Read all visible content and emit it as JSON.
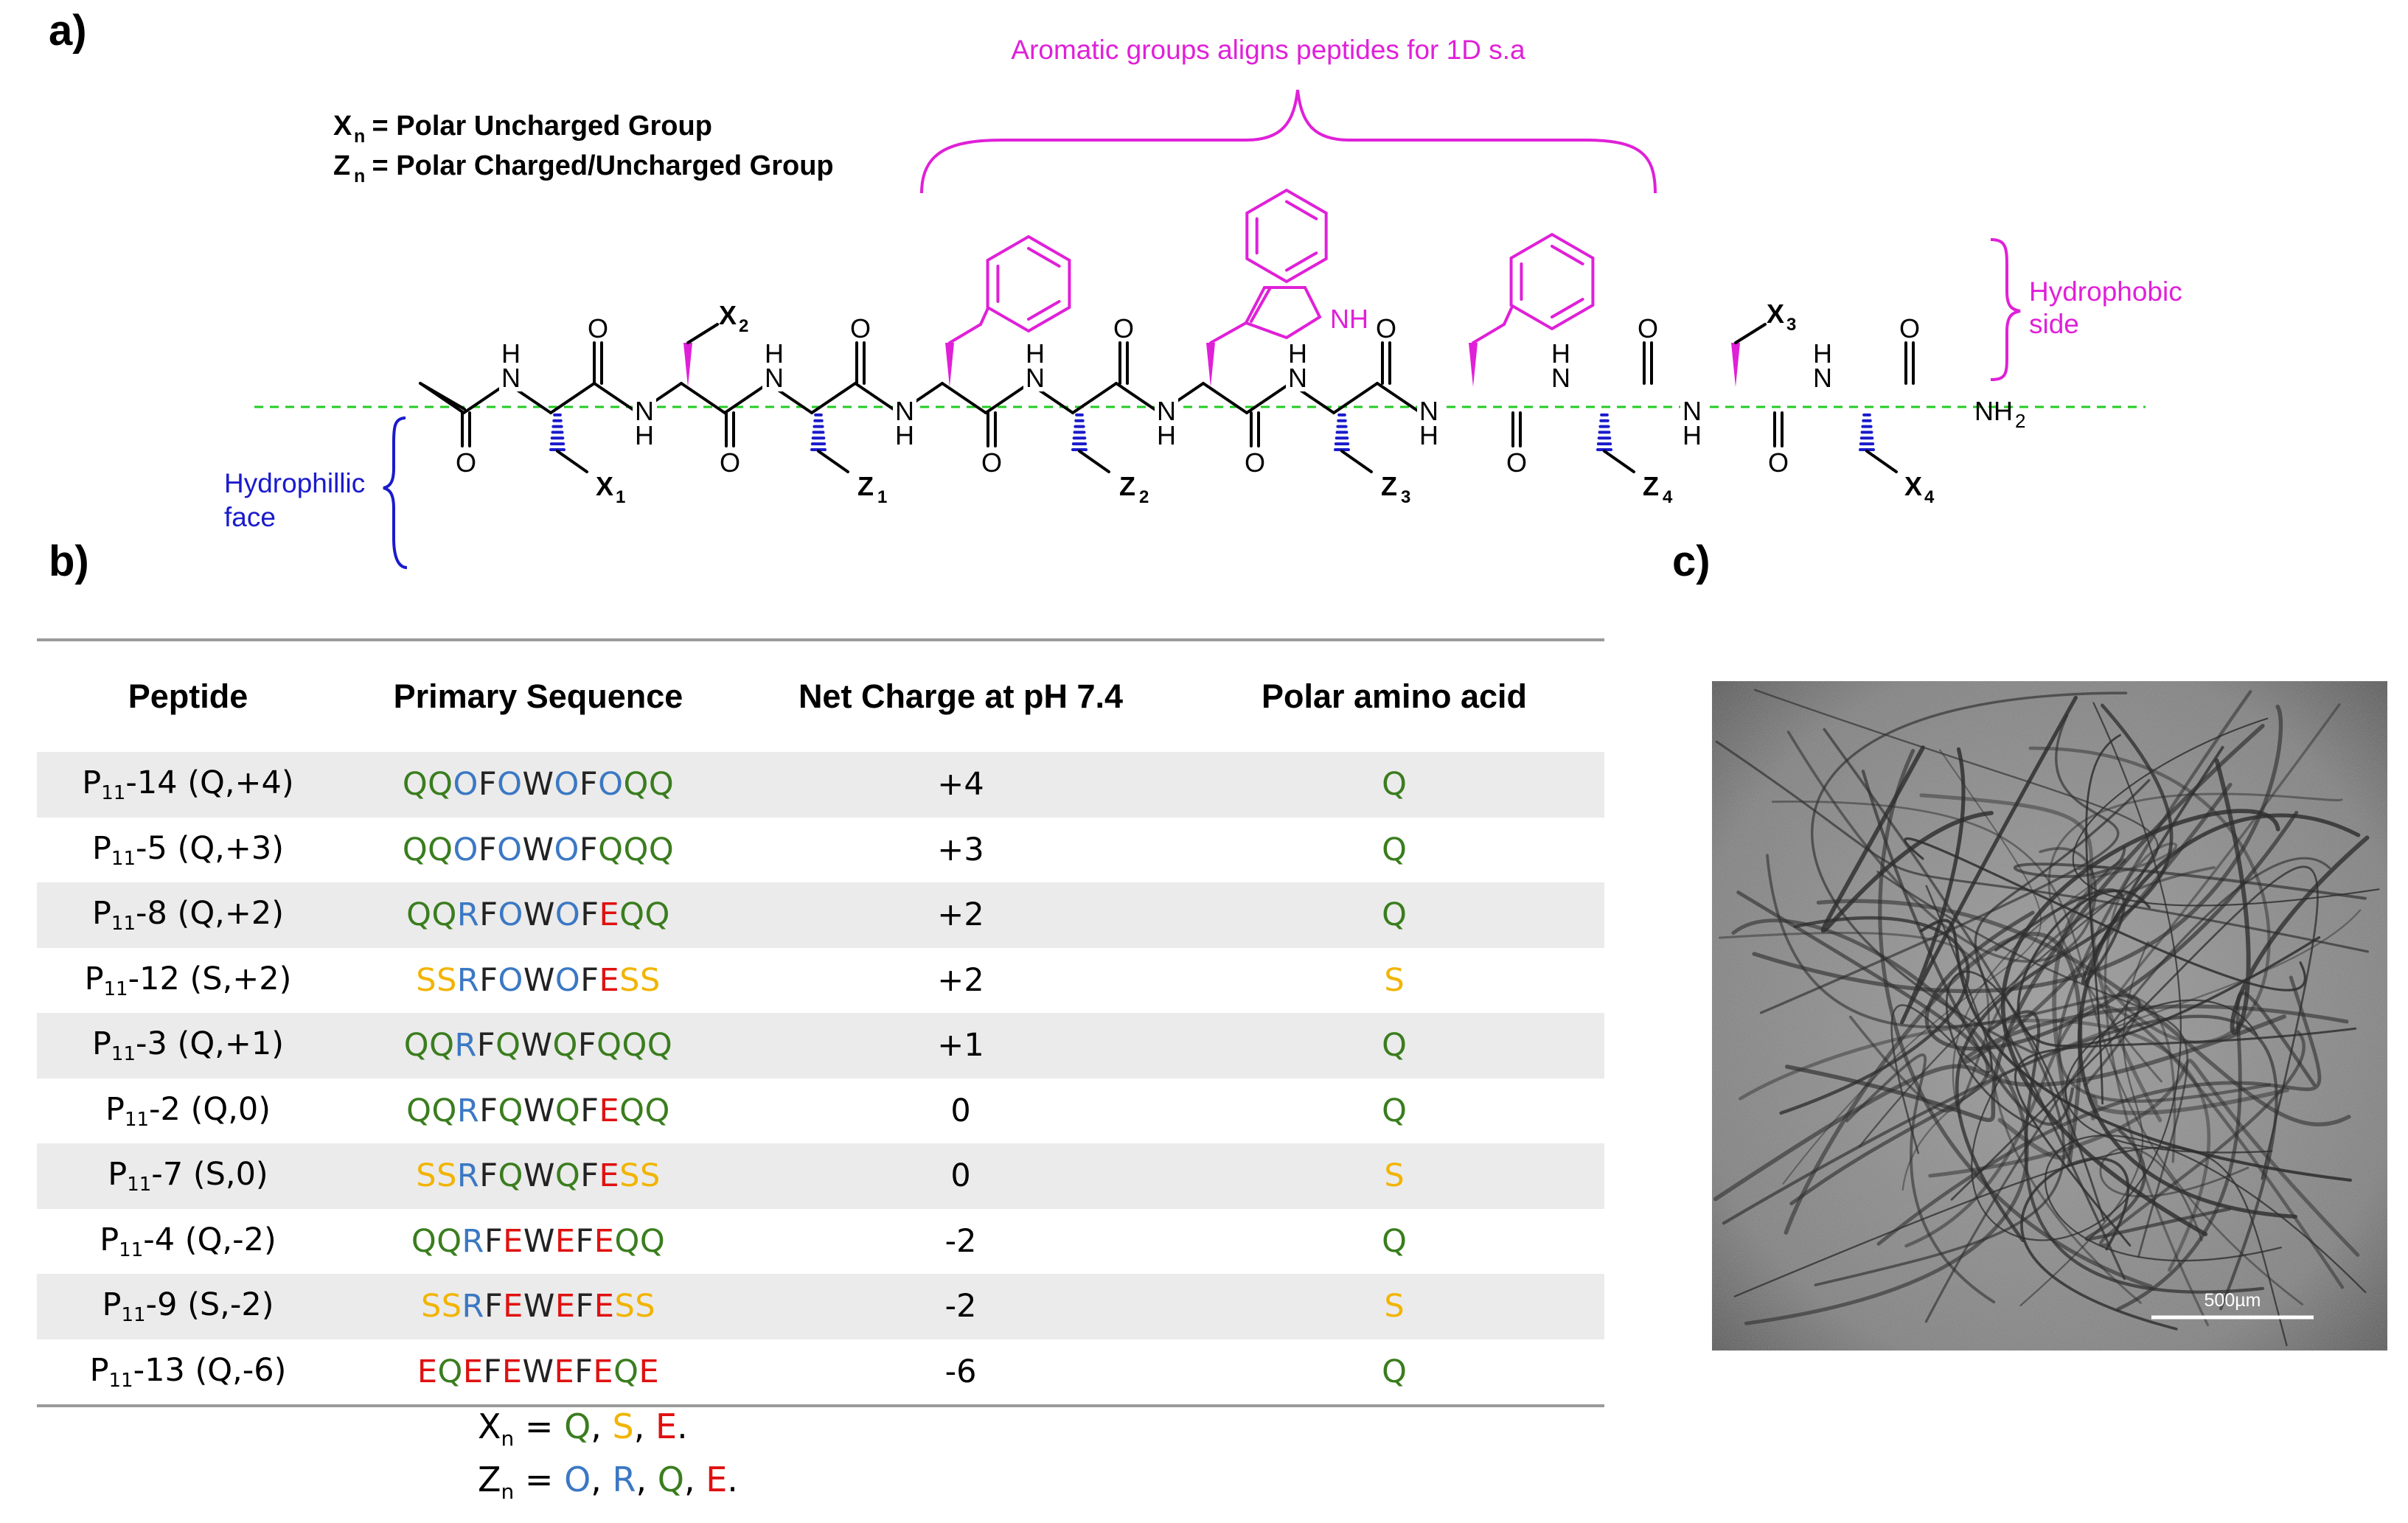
{
  "panels": {
    "a": "a)",
    "b": "b)",
    "c": "c)"
  },
  "colors": {
    "magenta": "#e020d8",
    "blue": "#1a1acc",
    "green_dashed": "#22cc22",
    "Q_green": "#3a7d1e",
    "O_blue": "#3b78c4",
    "S_yellow": "#f2b400",
    "E_red": "#e01010",
    "neutral": "#222222"
  },
  "panel_a": {
    "aromatic_label": "Aromatic groups aligns peptides for 1D s.a",
    "hydrophobic_label_1": "Hydrophobic",
    "hydrophobic_label_2": "side",
    "hydrophilic_label_1": "Hydrophillic",
    "hydrophilic_label_2": "face",
    "def_x": {
      "sym": "X",
      "sub": "n",
      "text": " = Polar Uncharged Group"
    },
    "def_z": {
      "sym": "Z",
      "sub": "n",
      "text": " = Polar Charged/Uncharged Group"
    },
    "atoms": {
      "O": "O",
      "N": "N",
      "H": "H",
      "NH": "NH",
      "NH2": "NH",
      "NH2_sub": "2",
      "X": "X",
      "Z": "Z",
      "x1": "1",
      "x2": "2",
      "x3": "3",
      "x4": "4",
      "z1": "1",
      "z2": "2",
      "z3": "3",
      "z4": "4"
    }
  },
  "table": {
    "headers": [
      "Peptide",
      "Primary Sequence",
      "Net Charge at pH 7.4",
      "Polar amino acid"
    ],
    "rows": [
      {
        "prefix": "P",
        "sub": "11",
        "suffix": "-14 (Q,+4)",
        "seq": "QQOFOWOFOQQ",
        "charge": "+4",
        "polar": "Q"
      },
      {
        "prefix": "P",
        "sub": "11",
        "suffix": "-5 (Q,+3)",
        "seq": "QQOFOWOFQQQ",
        "charge": "+3",
        "polar": "Q"
      },
      {
        "prefix": "P",
        "sub": "11",
        "suffix": "-8 (Q,+2)",
        "seq": "QQRFOWOFEQQ",
        "charge": "+2",
        "polar": "Q"
      },
      {
        "prefix": "P",
        "sub": "11",
        "suffix": "-12 (S,+2)",
        "seq": "SSRFOWOFESS",
        "charge": "+2",
        "polar": "S"
      },
      {
        "prefix": "P",
        "sub": "11",
        "suffix": "-3 (Q,+1)",
        "seq": "QQRFQWQFQQQ",
        "charge": "+1",
        "polar": "Q"
      },
      {
        "prefix": "P",
        "sub": "11",
        "suffix": "-2 (Q,0)",
        "seq": "QQRFQWQFEQQ",
        "charge": "0",
        "polar": "Q"
      },
      {
        "prefix": "P",
        "sub": "11",
        "suffix": "-7 (S,0)",
        "seq": "SSRFQWQFESS",
        "charge": "0",
        "polar": "S"
      },
      {
        "prefix": "P",
        "sub": "11",
        "suffix": "-4 (Q,-2)",
        "seq": "QQRFEWEFEQQ",
        "charge": "-2",
        "polar": "Q"
      },
      {
        "prefix": "P",
        "sub": "11",
        "suffix": "-9 (S,-2)",
        "seq": "SSRFEWEFESS",
        "charge": "-2",
        "polar": "S"
      },
      {
        "prefix": "P",
        "sub": "11",
        "suffix": "-13 (Q,-6)",
        "seq": "EQEFEWEFEQE",
        "charge": "-6",
        "polar": "Q"
      }
    ]
  },
  "legend": {
    "x_line": {
      "sym": "X",
      "sub": "n",
      "eq": " = ",
      "items": [
        "Q",
        "S",
        "E"
      ],
      "end": "."
    },
    "z_line": {
      "sym": "Z",
      "sub": "n",
      "eq": " = ",
      "items": [
        "O",
        "R",
        "Q",
        "E"
      ],
      "end": "."
    }
  },
  "panel_c": {
    "scale_label": "500µm"
  }
}
